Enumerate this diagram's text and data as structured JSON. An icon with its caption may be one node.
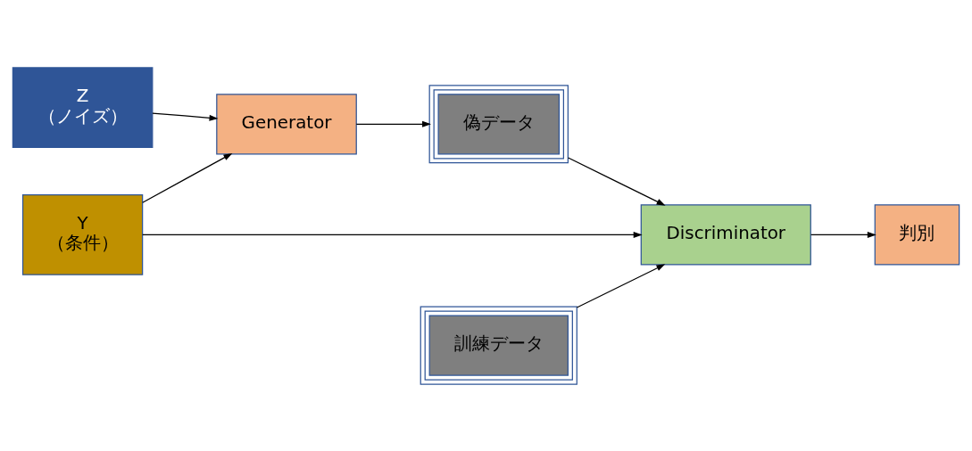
{
  "diagram": {
    "nodes": [
      {
        "text": [
          "Z",
          "（ノイズ）"
        ]
      },
      {
        "text": [
          "Y",
          "（条件）"
        ]
      },
      {
        "text": [
          "Generator"
        ]
      },
      {
        "text": [
          "訓練データ"
        ]
      },
      {
        "text": [
          "偽データ"
        ]
      },
      {
        "text": [
          "Discriminator"
        ]
      },
      {
        "text": [
          "判別"
        ]
      }
    ],
    "edges": [
      {
        "from": 0,
        "to": 2,
        "arrow": "to"
      },
      {
        "from": 1,
        "to": 2,
        "arrow": "to"
      },
      {
        "from": 2,
        "to": 4,
        "arrow": "to"
      },
      {
        "from": 3,
        "to": 5,
        "arrow": "to"
      },
      {
        "from": 4,
        "to": 5,
        "arrow": "to"
      },
      {
        "from": 1,
        "to": 5,
        "arrow": "to"
      },
      {
        "from": 5,
        "to": 6,
        "arrow": "to"
      }
    ]
  }
}
